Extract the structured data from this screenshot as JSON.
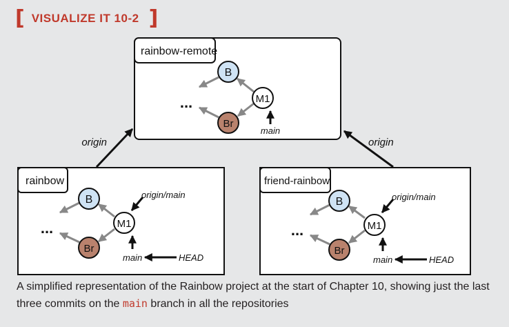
{
  "header": {
    "title": "VISUALIZE IT 10-2"
  },
  "repos": {
    "remote": {
      "name": "rainbow-remote",
      "commit_b": "B",
      "commit_m1": "M1",
      "commit_br": "Br",
      "ellipsis": "...",
      "branch_main": "main"
    },
    "rainbow": {
      "name": "rainbow",
      "commit_b": "B",
      "commit_m1": "M1",
      "commit_br": "Br",
      "ellipsis": "...",
      "label_origin_main": "origin/main",
      "branch_main": "main",
      "head": "HEAD"
    },
    "friend": {
      "name": "friend-rainbow",
      "commit_b": "B",
      "commit_m1": "M1",
      "commit_br": "Br",
      "ellipsis": "...",
      "label_origin_main": "origin/main",
      "branch_main": "main",
      "head": "HEAD"
    }
  },
  "links": {
    "origin_left": "origin",
    "origin_right": "origin"
  },
  "caption": {
    "before": "A simplified representation of the Rainbow project at the start of Chapter 10, showing just the last three commits on the ",
    "code": "main",
    "after": " branch in all the repositories"
  },
  "colors": {
    "accent": "#c0392b",
    "commit_b": "#cfe3f4",
    "commit_br": "#b9826d",
    "commit_m1": "#ffffff",
    "arrow_gray": "#888888",
    "background": "#e6e7e8"
  }
}
